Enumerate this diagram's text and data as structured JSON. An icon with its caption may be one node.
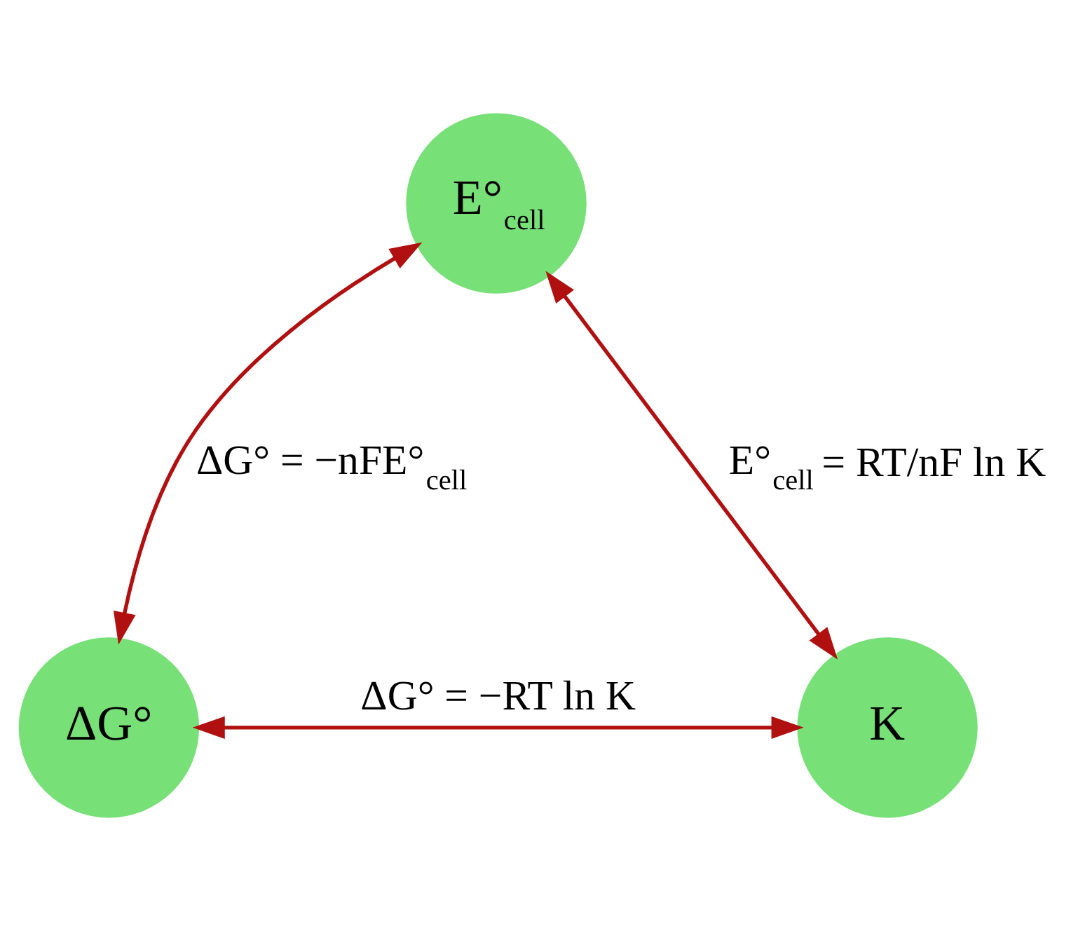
{
  "diagram": {
    "nodes": [
      {
        "text": [
          "E°$_{cell}$"
        ]
      },
      {
        "text": [
          "ΔG°"
        ]
      },
      {
        "text": [
          "K"
        ]
      }
    ],
    "edges": [
      {
        "from": 0,
        "to": 1,
        "arrow": "both",
        "label": "ΔG° = −nFE°$_{cell}$"
      },
      {
        "from": 0,
        "to": 2,
        "arrow": "both",
        "label": "E°$_{cell}$ = RT/nF ln K"
      },
      {
        "from": 1,
        "to": 2,
        "arrow": "both",
        "label": "ΔG° = −RT ln K"
      }
    ]
  }
}
